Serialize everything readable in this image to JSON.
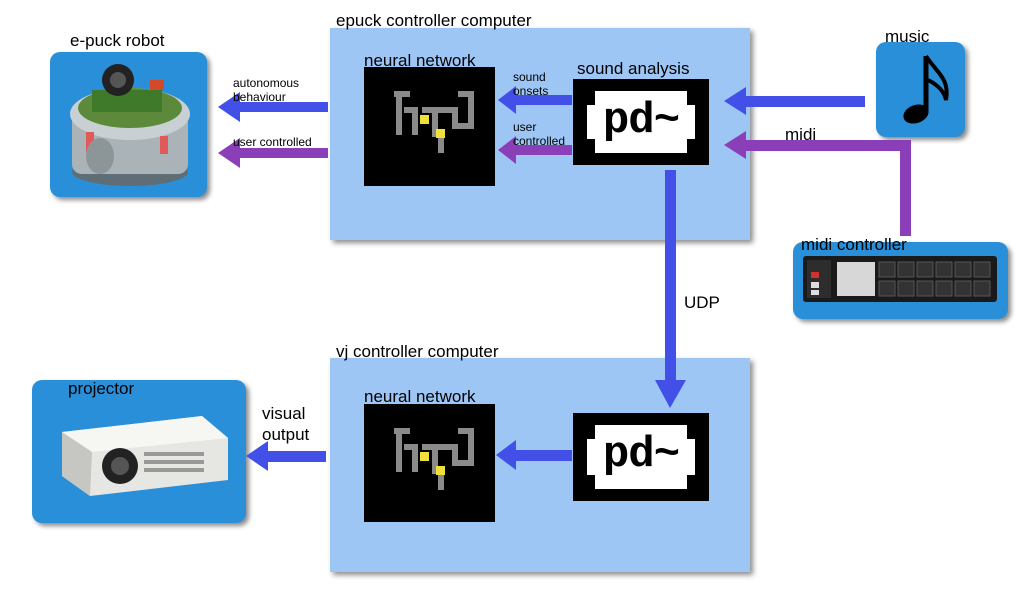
{
  "diagram": {
    "epuck_region_title": "epuck controller computer",
    "vj_region_title": "vj controller computer",
    "epuck_robot_label": "e-puck robot",
    "projector_label": "projector",
    "music_label": "music",
    "midi_controller_label": "midi controller",
    "nn_label_top": "neural network",
    "nn_label_bottom": "neural network",
    "sound_analysis_label": "sound analysis",
    "pd_logo_top": "pd~",
    "pd_logo_bottom": "pd~",
    "edge_autonomous": "autonomous\nbehaviour",
    "edge_user_controlled": "user controlled",
    "edge_sound_onsets": "sound\nonsets",
    "edge_user_controlled_2": "user\ncontrolled",
    "edge_midi": "midi",
    "edge_udp": "UDP",
    "edge_visual_output": "visual\noutput"
  },
  "colors": {
    "region": "#9ec6f5",
    "device": "#2a8fd9",
    "blue_arrow": "#4250e8",
    "purple_arrow": "#8a3fb8"
  },
  "icons": {
    "music": "musical-note-icon",
    "robot": "epuck-robot-photo",
    "projector": "projector-photo",
    "midi": "midi-pad-controller-photo",
    "neural_network": "neural-network-graphic"
  }
}
